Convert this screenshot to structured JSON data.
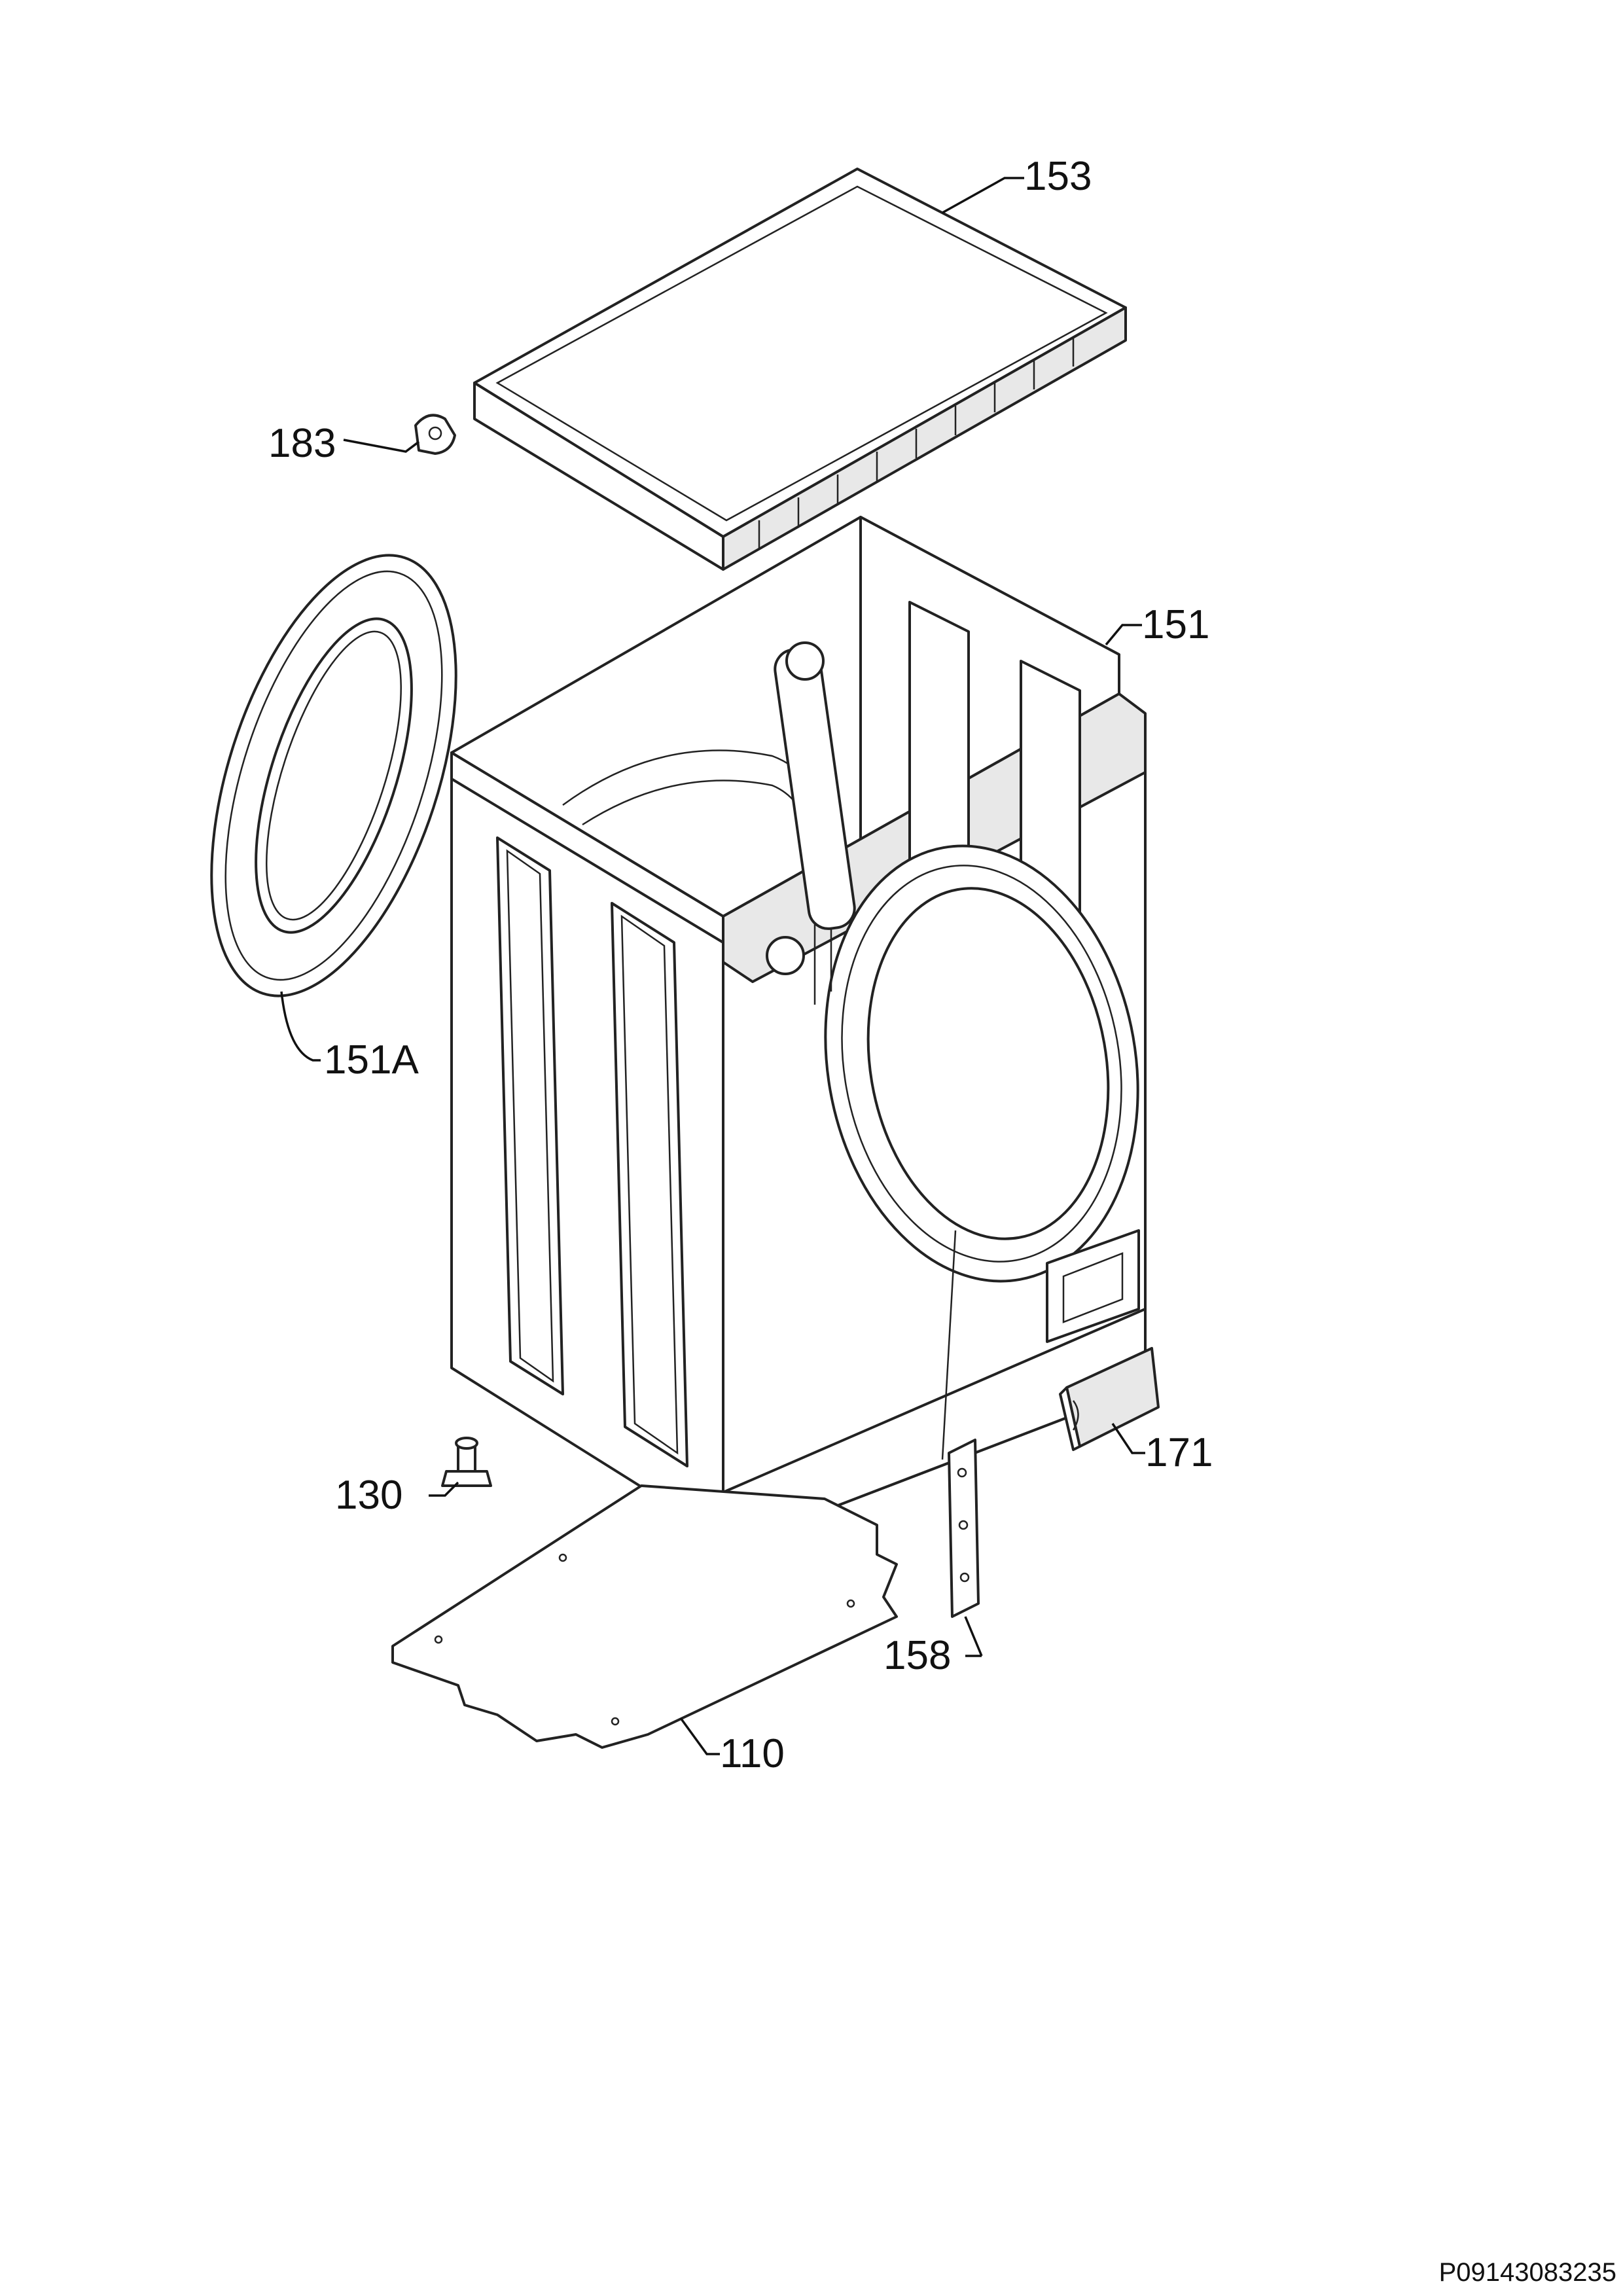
{
  "diagram": {
    "callouts": [
      {
        "id": "153",
        "label": "153"
      },
      {
        "id": "183",
        "label": "183"
      },
      {
        "id": "151",
        "label": "151"
      },
      {
        "id": "151A",
        "label": "151A"
      },
      {
        "id": "171",
        "label": "171"
      },
      {
        "id": "130",
        "label": "130"
      },
      {
        "id": "158",
        "label": "158"
      },
      {
        "id": "110",
        "label": "110"
      }
    ],
    "drawing_code": "P09143083235"
  }
}
